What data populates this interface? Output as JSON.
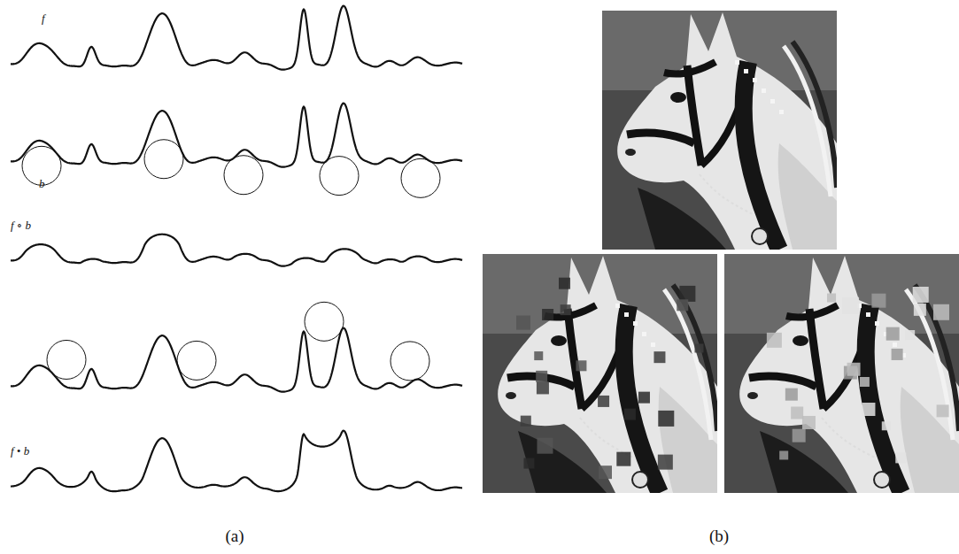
{
  "diagram": {
    "labels": [
      "f",
      "b",
      "f ∘ b",
      "f • b",
      "(a)",
      "(b)"
    ]
  }
}
